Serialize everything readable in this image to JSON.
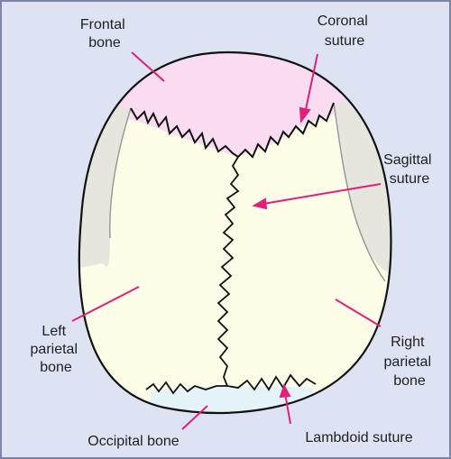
{
  "labels": {
    "frontal_bone": [
      "Frontal",
      "bone"
    ],
    "coronal_suture": [
      "Coronal",
      "suture"
    ],
    "sagittal_suture": [
      "Sagittal",
      "suture"
    ],
    "left_parietal_bone": [
      "Left",
      "parietal",
      "bone"
    ],
    "right_parietal_bone": [
      "Right",
      "parietal",
      "bone"
    ],
    "occipital_bone": "Occipital bone",
    "lambdoid_suture": "Lambdoid suture"
  },
  "colors": {
    "background": "#dde3f3",
    "frame_border": "#7e84a8",
    "skull_fill": "#fefde8",
    "frontal_fill": "#f9dcef",
    "occipital_fill": "#e4f3f7",
    "temporal_shade": "#e6e6df",
    "outline": "#111111",
    "pointer": "#e0207a"
  }
}
